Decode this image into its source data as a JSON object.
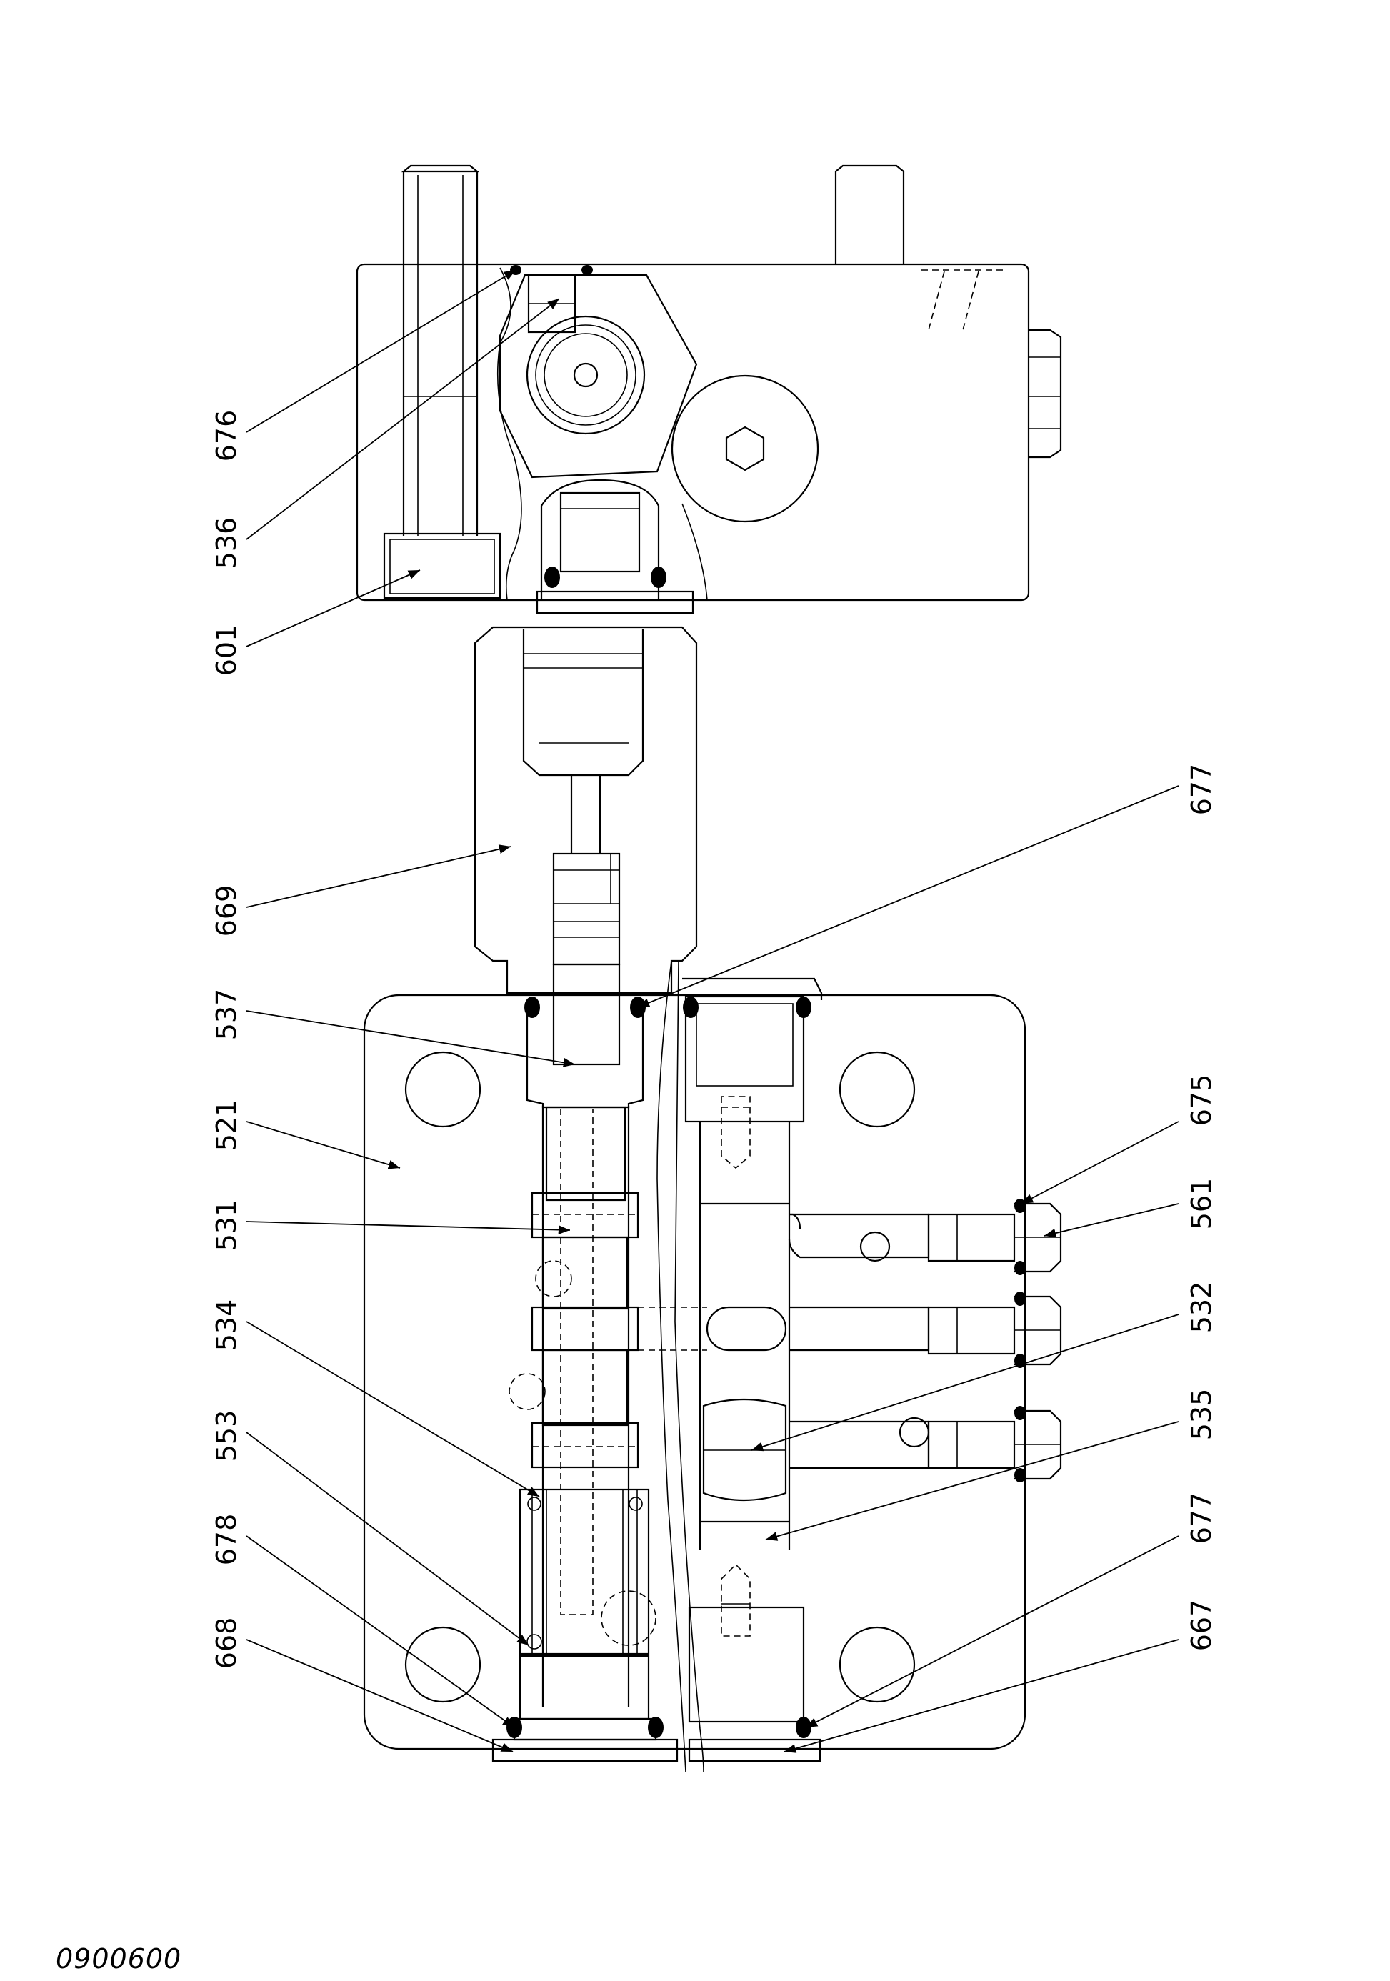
{
  "drawing": {
    "id": "0900600",
    "callouts": [
      {
        "key": "c676",
        "label": "676"
      },
      {
        "key": "c536",
        "label": "536"
      },
      {
        "key": "c601",
        "label": "601"
      },
      {
        "key": "c669",
        "label": "669"
      },
      {
        "key": "c537",
        "label": "537"
      },
      {
        "key": "c521",
        "label": "521"
      },
      {
        "key": "c531",
        "label": "531"
      },
      {
        "key": "c534",
        "label": "534"
      },
      {
        "key": "c553",
        "label": "553"
      },
      {
        "key": "c678",
        "label": "678"
      },
      {
        "key": "c668",
        "label": "668"
      },
      {
        "key": "c677a",
        "label": "677"
      },
      {
        "key": "c675",
        "label": "675"
      },
      {
        "key": "c561",
        "label": "561"
      },
      {
        "key": "c532",
        "label": "532"
      },
      {
        "key": "c535",
        "label": "535"
      },
      {
        "key": "c677b",
        "label": "677"
      },
      {
        "key": "c667",
        "label": "667"
      }
    ]
  }
}
